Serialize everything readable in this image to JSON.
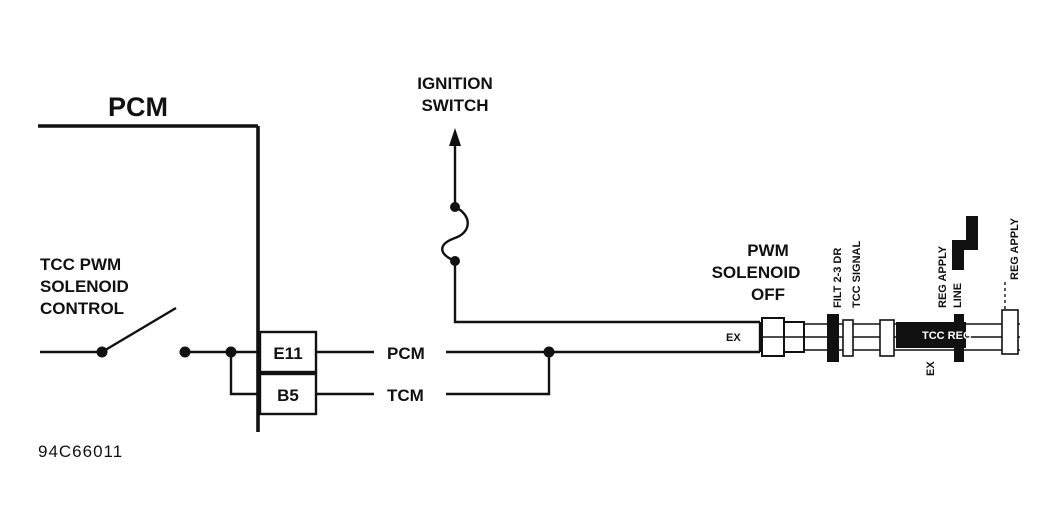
{
  "pcm_title": "PCM",
  "tcc_label": [
    "TCC PWM",
    "SOLENOID",
    "CONTROL"
  ],
  "connector_pins": [
    "E11",
    "B5"
  ],
  "wire_labels": {
    "upper": "PCM",
    "lower": "TCM"
  },
  "ignition_label": [
    "IGNITION",
    "SWITCH"
  ],
  "solenoid_label": [
    "PWM",
    "SOLENOID",
    "OFF"
  ],
  "valve_labels": {
    "ex_left": "EX",
    "filt": "FILT 2-3 DR",
    "tcc_signal": "TCC SIGNAL",
    "ex_right": "EX",
    "reg_apply_1": "REG APPLY",
    "line": "LINE",
    "tcc_reg": "TCC REG",
    "reg_apply_2": "REG APPLY"
  },
  "figure_code": "94C66011",
  "colors": {
    "ink": "#111111",
    "background": "#ffffff"
  }
}
